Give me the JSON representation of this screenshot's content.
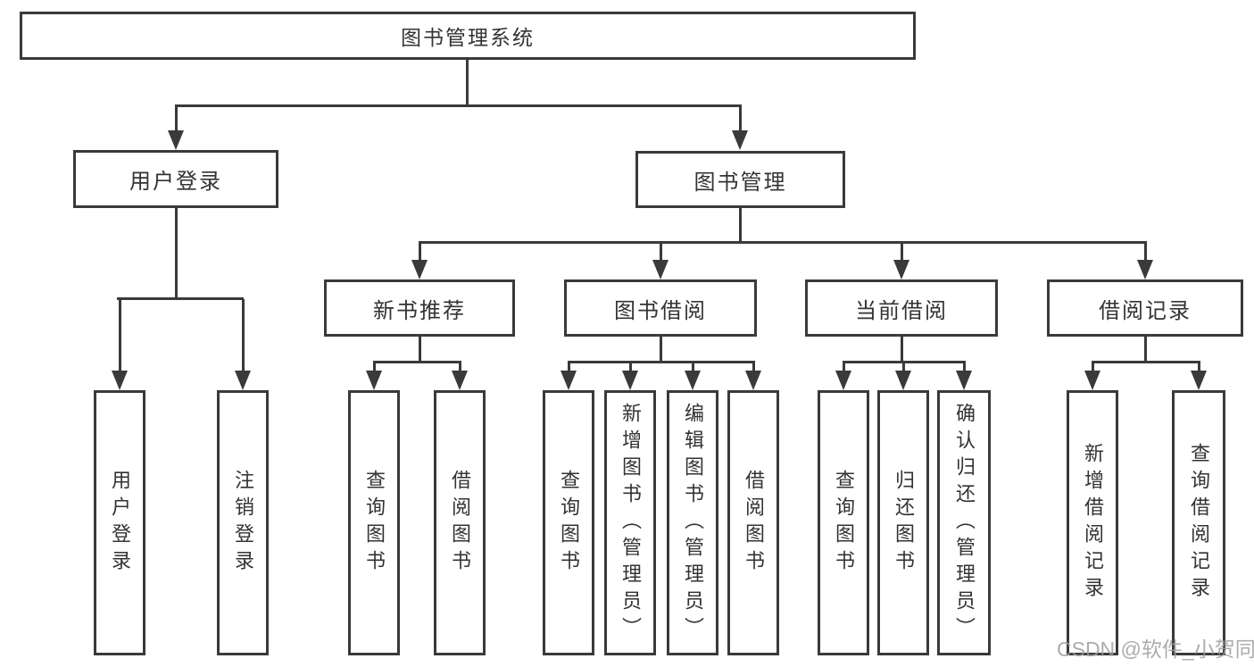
{
  "diagram_title": "图书管理系统",
  "watermark": "CSDN @软件_小贺同学",
  "colors": {
    "line": "#3a3a3a",
    "box_border": "#3a3a3a",
    "box_background": "#ffffff",
    "text": "#333333",
    "watermark": "#9e9e9e"
  },
  "tree": {
    "root": {
      "label": "图书管理系统",
      "children": [
        {
          "label": "用户登录",
          "children": [
            {
              "label": "用户登录"
            },
            {
              "label": "注销登录"
            }
          ]
        },
        {
          "label": "图书管理",
          "children": [
            {
              "label": "新书推荐",
              "children": [
                {
                  "label": "查询图书"
                },
                {
                  "label": "借阅图书"
                }
              ]
            },
            {
              "label": "图书借阅",
              "children": [
                {
                  "label": "查询图书"
                },
                {
                  "label": "新增图书（管理员）"
                },
                {
                  "label": "编辑图书（管理员）"
                },
                {
                  "label": "借阅图书"
                }
              ]
            },
            {
              "label": "当前借阅",
              "children": [
                {
                  "label": "查询图书"
                },
                {
                  "label": "归还图书"
                },
                {
                  "label": "确认归还（管理员）"
                }
              ]
            },
            {
              "label": "借阅记录",
              "children": [
                {
                  "label": "新增借阅记录"
                },
                {
                  "label": "查询借阅记录"
                }
              ]
            }
          ]
        }
      ]
    }
  }
}
